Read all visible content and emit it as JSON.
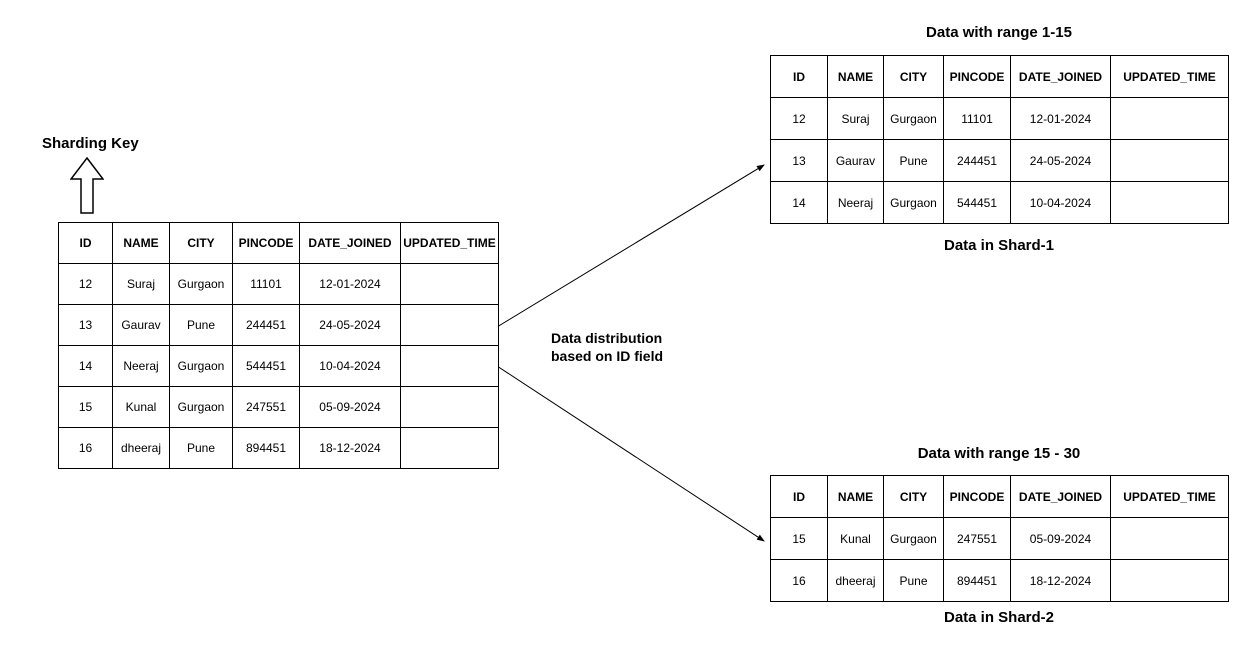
{
  "diagram": {
    "sharding_key_label": "Sharding Key",
    "distribution_label_line1": "Data distribution",
    "distribution_label_line2": "based on ID field"
  },
  "colors": {
    "border": "#000000",
    "text": "#000000",
    "background": "#ffffff"
  },
  "main_table": {
    "headers": [
      "ID",
      "NAME",
      "CITY",
      "PINCODE",
      "DATE_JOINED",
      "UPDATED_TIME"
    ],
    "rows": [
      [
        "12",
        "Suraj",
        "Gurgaon",
        "11101",
        "12-01-2024",
        ""
      ],
      [
        "13",
        "Gaurav",
        "Pune",
        "244451",
        "24-05-2024",
        ""
      ],
      [
        "14",
        "Neeraj",
        "Gurgaon",
        "544451",
        "10-04-2024",
        ""
      ],
      [
        "15",
        "Kunal",
        "Gurgaon",
        "247551",
        "05-09-2024",
        ""
      ],
      [
        "16",
        "dheeraj",
        "Pune",
        "894451",
        "18-12-2024",
        ""
      ]
    ]
  },
  "shard1": {
    "title": "Data with range 1-15",
    "caption": "Data in Shard-1",
    "table": {
      "headers": [
        "ID",
        "NAME",
        "CITY",
        "PINCODE",
        "DATE_JOINED",
        "UPDATED_TIME"
      ],
      "rows": [
        [
          "12",
          "Suraj",
          "Gurgaon",
          "11101",
          "12-01-2024",
          ""
        ],
        [
          "13",
          "Gaurav",
          "Pune",
          "244451",
          "24-05-2024",
          ""
        ],
        [
          "14",
          "Neeraj",
          "Gurgaon",
          "544451",
          "10-04-2024",
          ""
        ]
      ]
    }
  },
  "shard2": {
    "title": "Data with range 15 - 30",
    "caption": "Data in Shard-2",
    "table": {
      "headers": [
        "ID",
        "NAME",
        "CITY",
        "PINCODE",
        "DATE_JOINED",
        "UPDATED_TIME"
      ],
      "rows": [
        [
          "15",
          "Kunal",
          "Gurgaon",
          "247551",
          "05-09-2024",
          ""
        ],
        [
          "16",
          "dheeraj",
          "Pune",
          "894451",
          "18-12-2024",
          ""
        ]
      ]
    }
  }
}
